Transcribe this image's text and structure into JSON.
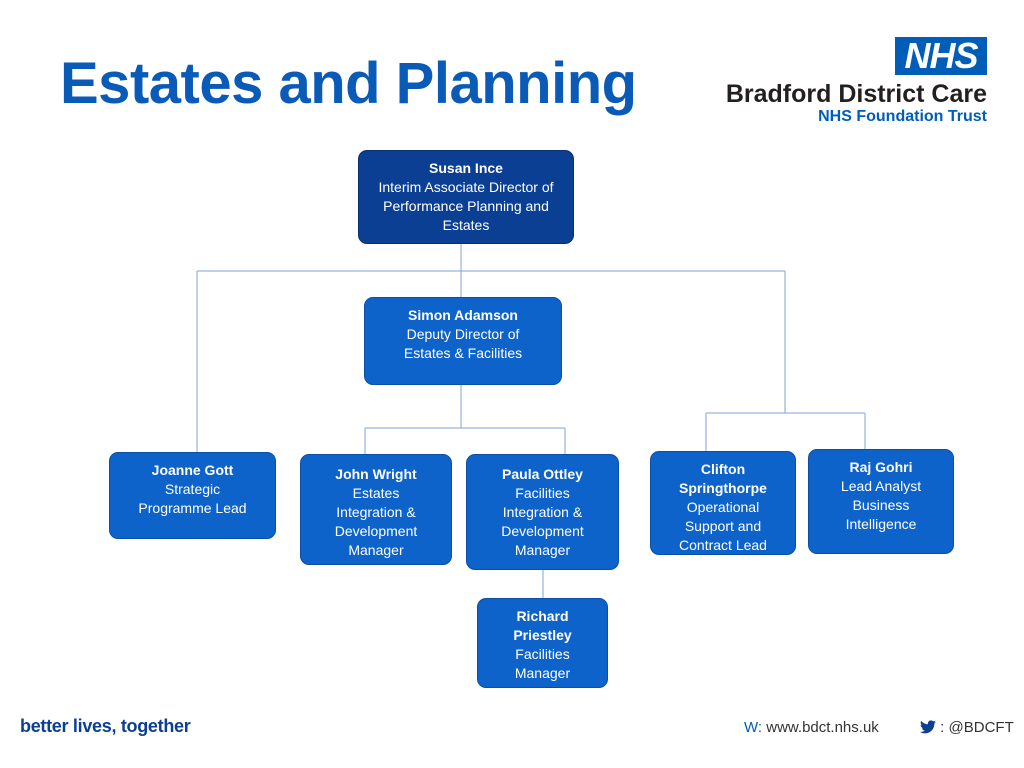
{
  "header": {
    "title": "Estates and Planning",
    "logo": {
      "badge": "NHS",
      "org_name": "Bradford District Care",
      "org_sub": "NHS Foundation Trust"
    }
  },
  "org_chart": {
    "nodes": [
      {
        "id": "susan",
        "name": "Susan Ince",
        "role": "Interim Associate Director of Performance Planning and Estates"
      },
      {
        "id": "simon",
        "name": "Simon Adamson",
        "role": "Deputy Director of Estates & Facilities"
      },
      {
        "id": "joanne",
        "name": "Joanne Gott",
        "role": "Strategic Programme Lead"
      },
      {
        "id": "john",
        "name": "John Wright",
        "role": "Estates Integration & Development Manager"
      },
      {
        "id": "paula",
        "name": "Paula Ottley",
        "role": "Facilities Integration & Development Manager"
      },
      {
        "id": "clifton",
        "name": "Clifton Springthorpe",
        "role": "Operational Support and Contract Lead"
      },
      {
        "id": "raj",
        "name": "Raj Gohri",
        "role": "Lead Analyst Business Intelligence"
      },
      {
        "id": "richard",
        "name": "Richard Priestley",
        "role": "Facilities Manager"
      }
    ],
    "edges": [
      [
        "susan",
        "simon"
      ],
      [
        "susan",
        "joanne"
      ],
      [
        "susan",
        "clifton"
      ],
      [
        "susan",
        "raj"
      ],
      [
        "simon",
        "john"
      ],
      [
        "simon",
        "paula"
      ],
      [
        "paula",
        "richard"
      ]
    ],
    "colors": {
      "top_box": "#0b3f94",
      "box": "#0d63c9",
      "connector": "#7fa6d6"
    }
  },
  "footer": {
    "tagline": "better lives, together",
    "web_prefix": "W:",
    "web": "www.bdct.nhs.uk",
    "twitter": ": @BDCFT",
    "twitter_icon": "twitter-bird-icon"
  }
}
